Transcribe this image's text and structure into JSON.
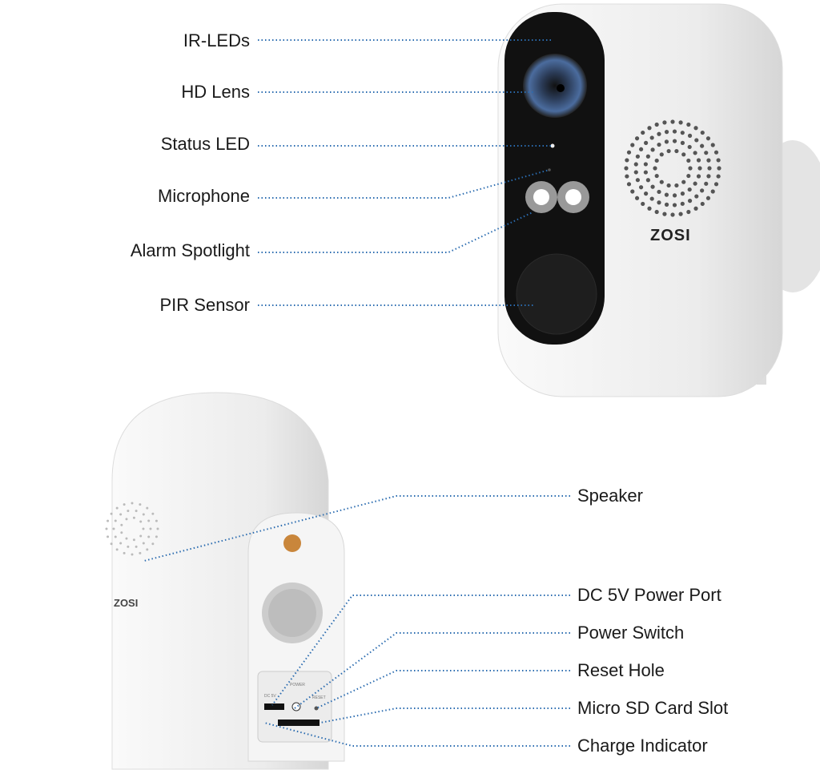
{
  "front_labels": [
    "IR-LEDs",
    "HD Lens",
    "Status LED",
    "Microphone",
    "Alarm Spotlight",
    "PIR Sensor"
  ],
  "back_labels": [
    "Speaker",
    "DC 5V Power Port",
    "Power Switch",
    "Reset Hole",
    "Micro SD Card Slot",
    "Charge Indicator"
  ],
  "brand": "ZOSI",
  "port_marks": [
    "DC 5V",
    "POWER",
    "RESET"
  ],
  "colors": {
    "leader": "#2b6cb0",
    "body": "#f2f2f2",
    "face": "#111111"
  }
}
